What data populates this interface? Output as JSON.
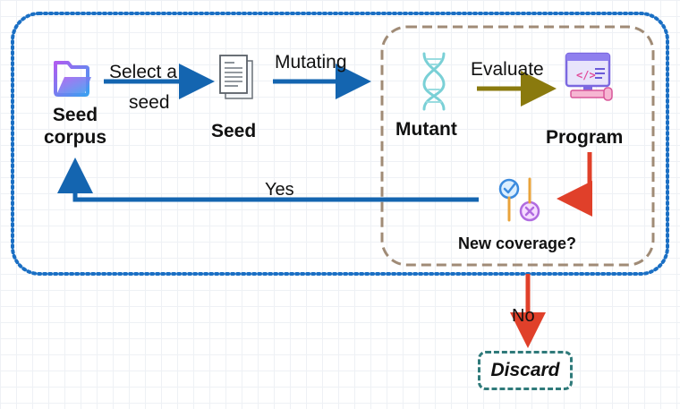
{
  "nodes": {
    "seed_corpus": {
      "line1": "Seed",
      "line2": "corpus",
      "icon": "folder-icon"
    },
    "seed": {
      "label": "Seed",
      "icon": "document-icon"
    },
    "mutant": {
      "label": "Mutant",
      "icon": "dna-icon"
    },
    "program": {
      "label": "Program",
      "icon": "computer-icon"
    },
    "new_coverage": {
      "label": "New coverage?",
      "icon": "coverage-check-icon"
    },
    "discard": {
      "label": "Discard"
    }
  },
  "edges": {
    "select_seed": {
      "line1": "Select a",
      "line2": "seed"
    },
    "mutating": "Mutating",
    "evaluate": "Evaluate",
    "yes": "Yes",
    "no": "No"
  },
  "colors": {
    "outer_loop_border": "#1a6fc4",
    "inner_box_border": "#a08b76",
    "blue_arrow": "#1465b0",
    "olive_arrow": "#8a7a0e",
    "red_arrow": "#e0402a",
    "discard_border": "#2f7a7a"
  }
}
